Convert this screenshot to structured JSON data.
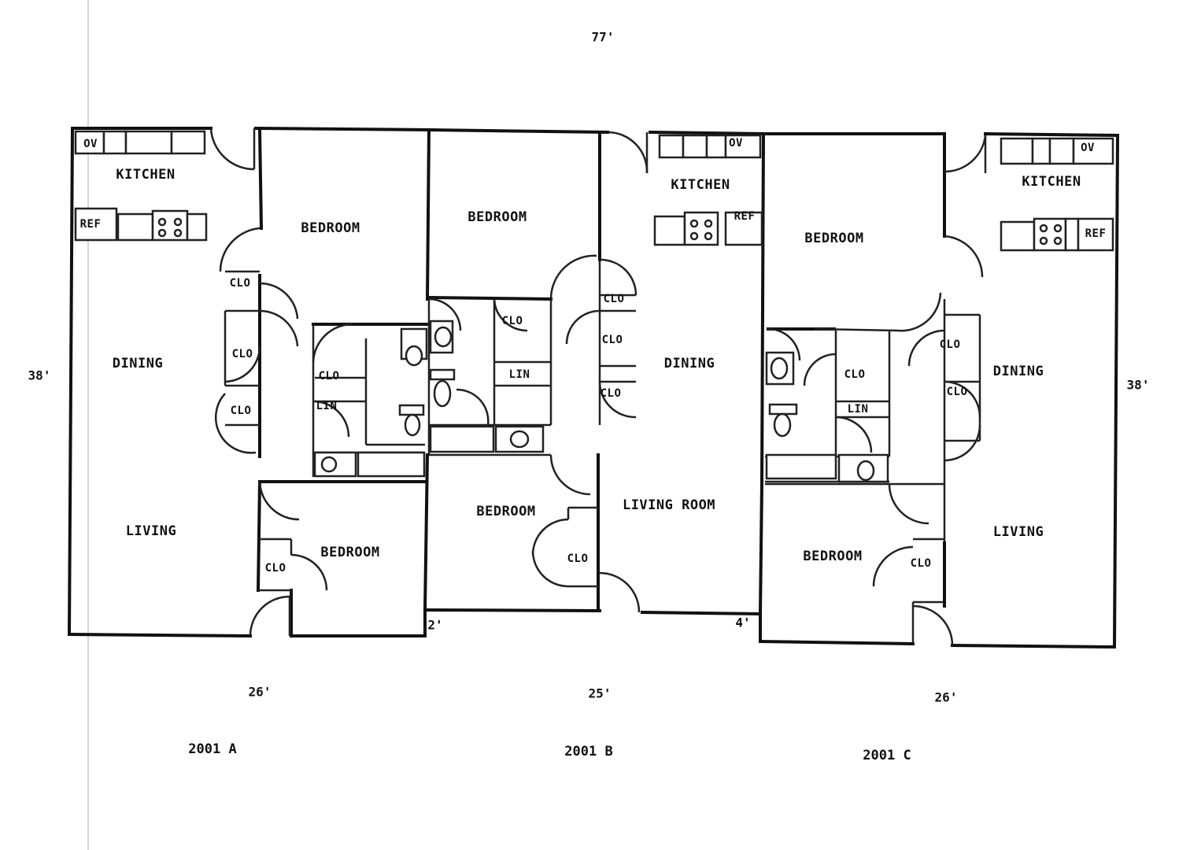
{
  "dimensions": {
    "overall_width": "77'",
    "left_depth": "38'",
    "right_depth": "38'",
    "unit_a_width": "26'",
    "unit_b_width": "25'",
    "unit_c_width": "26'",
    "offset_ab": "2'",
    "offset_bc": "4'"
  },
  "units": {
    "a": {
      "label": "2001 A",
      "kitchen": "KITCHEN",
      "dining": "DINING",
      "living": "LIVING",
      "bedroom_1": "BEDROOM",
      "bedroom_2": "BEDROOM",
      "clo_1": "CLO",
      "clo_2": "CLO",
      "clo_3": "CLO",
      "clo_4": "CLO",
      "clo_5": "CLO",
      "lin": "LIN",
      "ov": "OV",
      "ref": "REF"
    },
    "b": {
      "label": "2001 B",
      "kitchen": "KITCHEN",
      "dining": "DINING",
      "living": "LIVING ROOM",
      "bedroom_1": "BEDROOM",
      "bedroom_2": "BEDROOM",
      "clo_1": "CLO",
      "clo_2": "CLO",
      "clo_3": "CLO",
      "clo_4": "CLO",
      "clo_5": "CLO",
      "lin": "LIN",
      "ov": "OV",
      "ref": "REF"
    },
    "c": {
      "label": "2001 C",
      "kitchen": "KITCHEN",
      "dining": "DINING",
      "living": "LIVING",
      "bedroom_1": "BEDROOM",
      "bedroom_2": "BEDROOM",
      "clo_1": "CLO",
      "clo_2": "CLO",
      "clo_3": "CLO",
      "clo_4": "CLO",
      "lin": "LIN",
      "ov": "OV",
      "ref": "REF"
    }
  }
}
